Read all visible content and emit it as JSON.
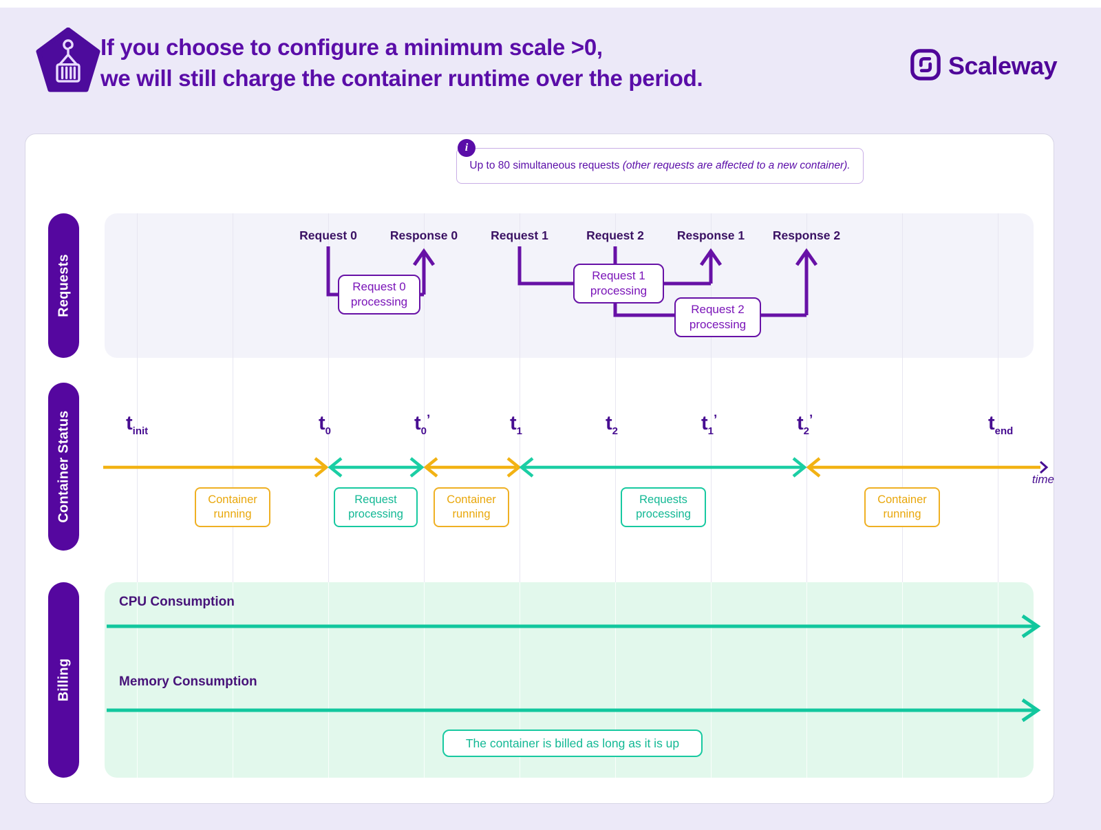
{
  "header": {
    "title_line1": "If you choose to configure a minimum scale >0,",
    "title_line2": "we will still charge the container runtime over the period.",
    "brand": "Scaleway"
  },
  "info": {
    "icon": "info-icon",
    "text_regular": "Up to 80 simultaneous requests ",
    "text_italic": "(other requests are affected to a new container)."
  },
  "sections": {
    "requests": {
      "label": "Requests"
    },
    "container_status": {
      "label": "Container Status"
    },
    "billing": {
      "label": "Billing"
    }
  },
  "requests": {
    "events": [
      {
        "text": "Request 0"
      },
      {
        "text": "Response 0"
      },
      {
        "text": "Request 1"
      },
      {
        "text": "Request 2"
      },
      {
        "text": "Response 1"
      },
      {
        "text": "Response 2"
      }
    ],
    "boxes": [
      {
        "line1": "Request 0",
        "line2": "processing"
      },
      {
        "line1": "Request 1",
        "line2": "processing"
      },
      {
        "line1": "Request 2",
        "line2": "processing"
      }
    ]
  },
  "timeline": {
    "points": [
      {
        "base": "t",
        "sub": "init",
        "prime": ""
      },
      {
        "base": "t",
        "sub": "0",
        "prime": ""
      },
      {
        "base": "t",
        "sub": "0",
        "prime": "’"
      },
      {
        "base": "t",
        "sub": "1",
        "prime": ""
      },
      {
        "base": "t",
        "sub": "2",
        "prime": ""
      },
      {
        "base": "t",
        "sub": "1",
        "prime": "’"
      },
      {
        "base": "t",
        "sub": "2",
        "prime": "’"
      },
      {
        "base": "t",
        "sub": "end",
        "prime": ""
      }
    ],
    "axis_label": "time",
    "status_boxes": [
      {
        "line1": "Container",
        "line2": "running",
        "color": "yellow"
      },
      {
        "line1": "Request",
        "line2": "processing",
        "color": "teal"
      },
      {
        "line1": "Container",
        "line2": "running",
        "color": "yellow"
      },
      {
        "line1": "Requests",
        "line2": "processing",
        "color": "teal"
      },
      {
        "line1": "Container",
        "line2": "running",
        "color": "yellow"
      }
    ]
  },
  "billing": {
    "cpu_label": "CPU Consumption",
    "memory_label": "Memory Consumption",
    "note": "The container is billed as long as it is up"
  },
  "colors": {
    "page_background": "#ECE9F8",
    "brand_purple": "#4F0599",
    "heading_purple": "#5A0DA8",
    "pill_purple": "#55079F",
    "request_line_purple": "#6711A6",
    "container_running_yellow": "#F2B213",
    "processing_teal": "#1BCEA4",
    "billing_panel_green": "#E2F8EC",
    "requests_panel_gray": "#F3F3FA"
  }
}
